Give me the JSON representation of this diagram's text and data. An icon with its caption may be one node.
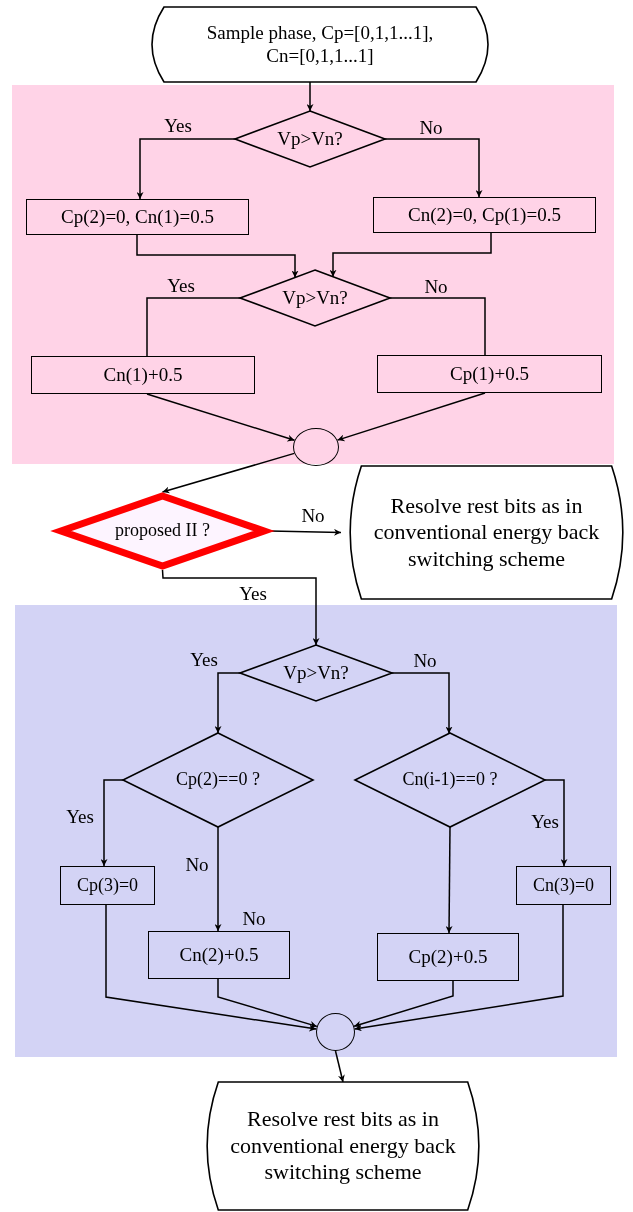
{
  "diagram": {
    "nodes": [
      {
        "text": [
          "Sample phase, Cp=[0,1,1...1], Cn=[0,1,1...1]"
        ]
      },
      {
        "text": [],
        "shape": "box"
      },
      {
        "text": [
          "Vp>Vn?"
        ],
        "in": 1
      },
      {
        "text": [
          "Cp(2)=0, Cn(1)=0.5"
        ],
        "in": 1
      },
      {
        "text": [
          "Cn(2)=0, Cp(1)=0.5"
        ],
        "in": 1
      },
      {
        "text": [
          "Vp>Vn?"
        ],
        "in": 1
      },
      {
        "text": [
          "Cn(1)+0.5"
        ],
        "in": 1
      },
      {
        "text": [
          "Cp(1)+0.5"
        ],
        "in": 1
      },
      {
        "text": [],
        "shape": "circle",
        "in": 1
      },
      {
        "text": [
          "proposed II ?"
        ]
      },
      {
        "text": [
          "Resolve rest bits as in conventional energy back switching scheme"
        ]
      },
      {
        "text": [],
        "shape": "box"
      },
      {
        "text": [
          "Vp>Vn?"
        ],
        "in": 11
      },
      {
        "text": [
          "Cp(2)==0 ?"
        ],
        "in": 11
      },
      {
        "text": [
          "Cn(i-1)==0 ?"
        ],
        "in": 11
      },
      {
        "text": [
          "Cp(3)=0"
        ],
        "in": 11
      },
      {
        "text": [
          "Cn(2)+0.5"
        ],
        "in": 11,
        "beside": [
          "No"
        ]
      },
      {
        "text": [
          "Cp(2)+0.5"
        ],
        "in": 11
      },
      {
        "text": [
          "Cn(3)=0"
        ],
        "in": 11
      },
      {
        "text": [],
        "shape": "circle",
        "in": 11
      },
      {
        "text": [
          "Resolve rest bits as in conventional energy back switching scheme"
        ]
      }
    ],
    "edges": [
      {
        "from": 0,
        "to": 2,
        "arrow": "to"
      },
      {
        "from": 2,
        "to": 3,
        "arrow": "to",
        "label": "Yes"
      },
      {
        "from": 2,
        "to": 4,
        "arrow": "to",
        "label": "No"
      },
      {
        "from": 3,
        "to": 5,
        "arrow": "to"
      },
      {
        "from": 4,
        "to": 5,
        "arrow": "to"
      },
      {
        "from": 5,
        "to": 6,
        "arrow": "none",
        "label": "Yes"
      },
      {
        "from": 5,
        "to": 7,
        "arrow": "none",
        "label": "No"
      },
      {
        "from": 6,
        "to": 8,
        "arrow": "to"
      },
      {
        "from": 7,
        "to": 8,
        "arrow": "to"
      },
      {
        "from": 8,
        "to": 9,
        "arrow": "to"
      },
      {
        "from": 9,
        "to": 10,
        "arrow": "to",
        "label": "No"
      },
      {
        "from": 9,
        "to": 12,
        "arrow": "to",
        "label": "Yes"
      },
      {
        "from": 12,
        "to": 13,
        "arrow": "to",
        "label": "Yes"
      },
      {
        "from": 12,
        "to": 14,
        "arrow": "to",
        "label": "No"
      },
      {
        "from": 13,
        "to": 15,
        "arrow": "to",
        "label": "Yes"
      },
      {
        "from": 13,
        "to": 16,
        "arrow": "to",
        "label": "No"
      },
      {
        "from": 14,
        "to": 17,
        "arrow": "to"
      },
      {
        "from": 14,
        "to": 18,
        "arrow": "to",
        "label": "Yes"
      },
      {
        "from": 15,
        "to": 19,
        "arrow": "to"
      },
      {
        "from": 16,
        "to": 19,
        "arrow": "to"
      },
      {
        "from": 17,
        "to": 19,
        "arrow": "to"
      },
      {
        "from": 18,
        "to": 19,
        "arrow": "to"
      },
      {
        "from": 19,
        "to": 20,
        "arrow": "to"
      }
    ]
  }
}
